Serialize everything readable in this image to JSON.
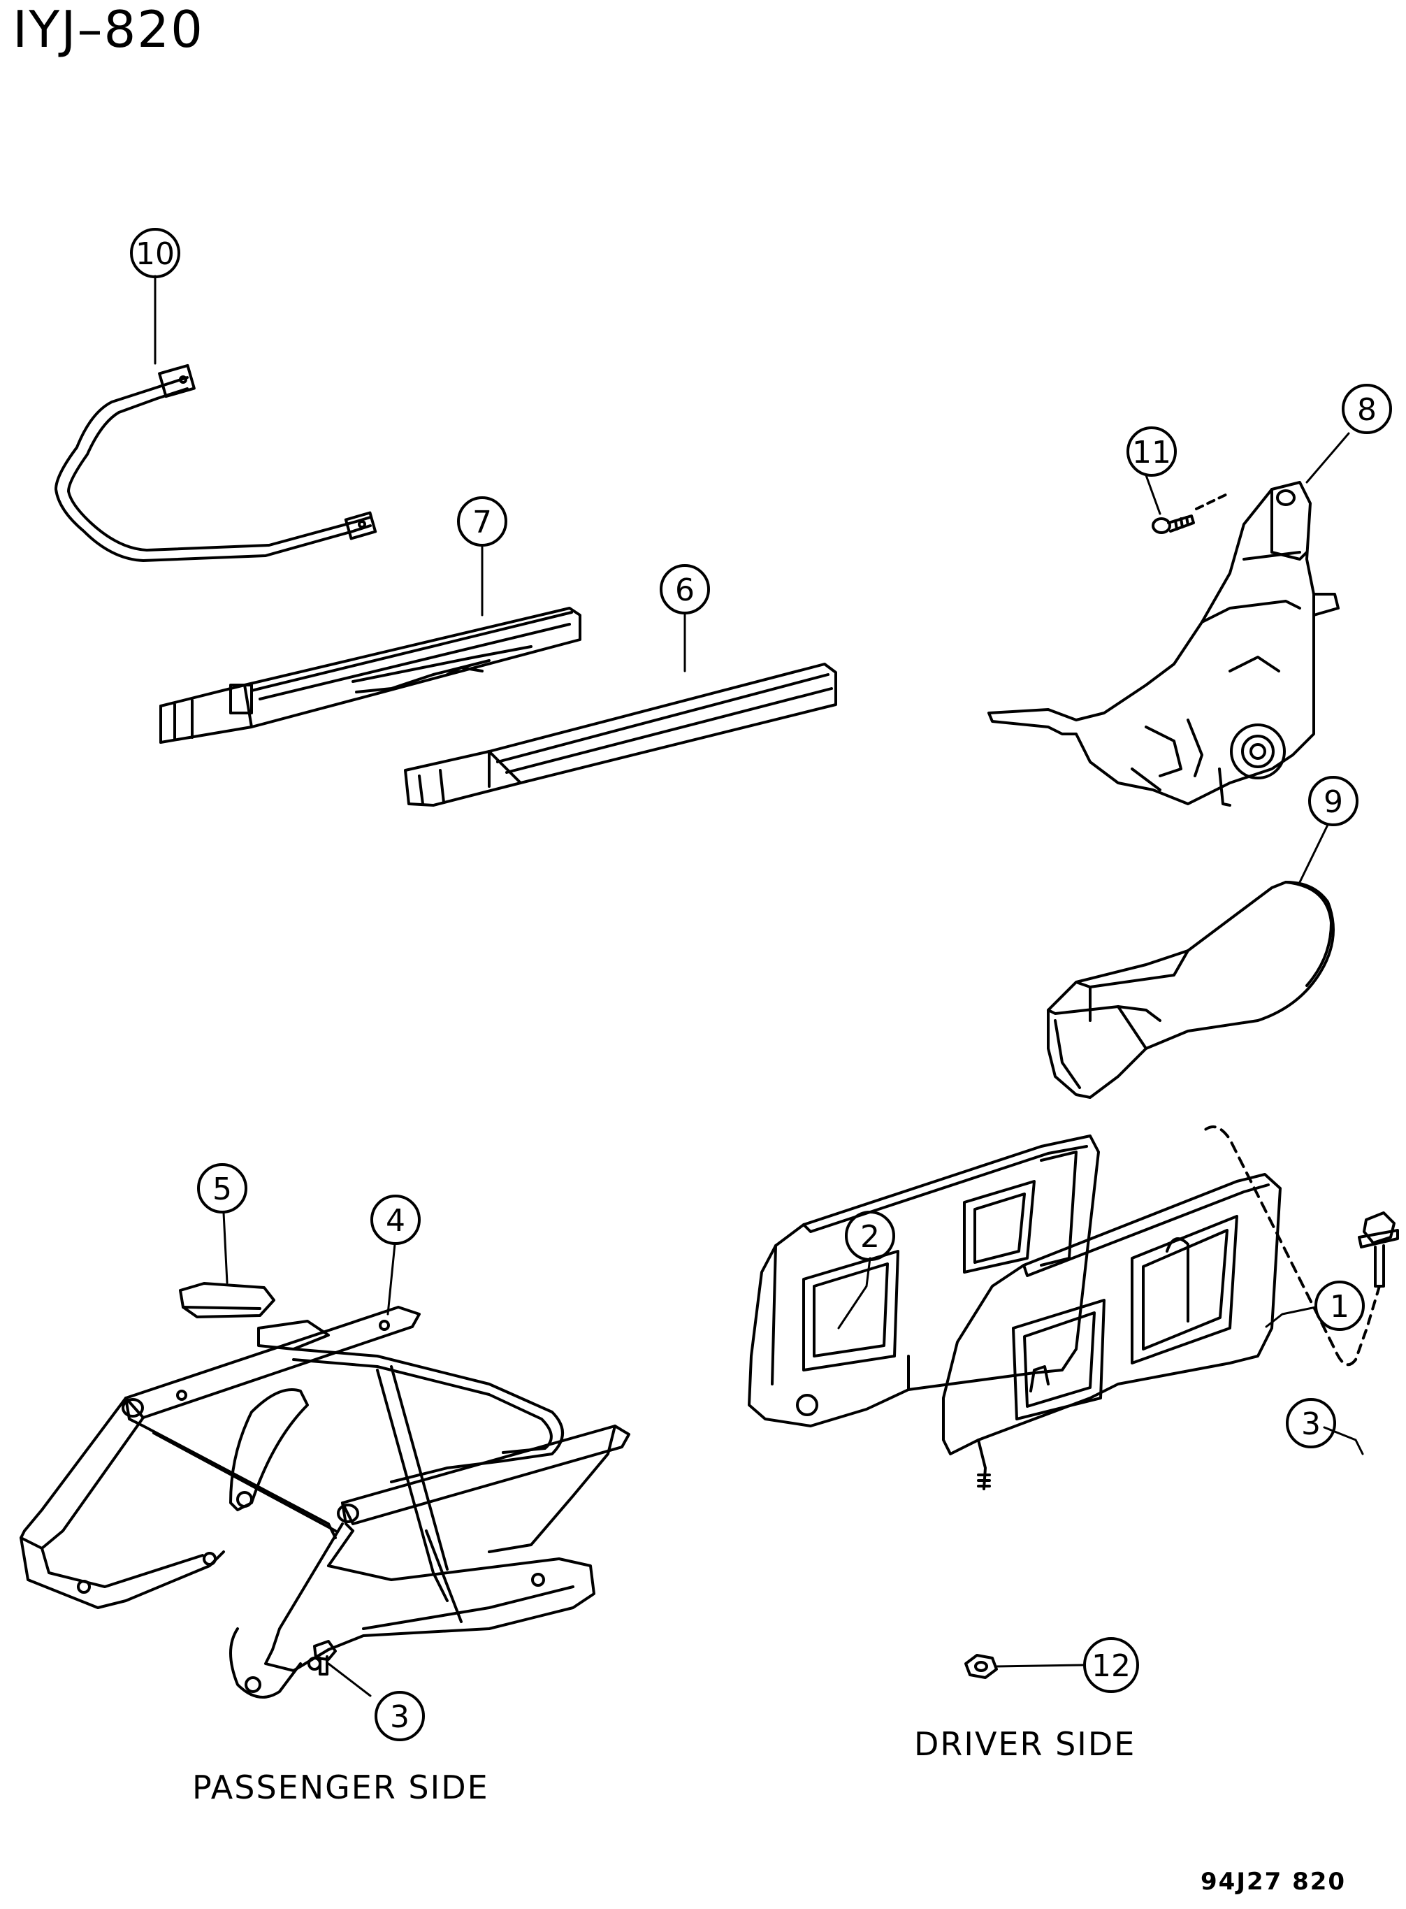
{
  "diagram_id": "IYJ–820",
  "figure_code": "94J27  820",
  "captions": {
    "driver_side": "DRIVER SIDE",
    "passenger_side": "PASSENGER SIDE"
  },
  "callouts": {
    "c1": "1",
    "c2": "2",
    "c3a": "3",
    "c3b": "3",
    "c4": "4",
    "c5": "5",
    "c6": "6",
    "c7": "7",
    "c8": "8",
    "c9": "9",
    "c10": "10",
    "c11": "11",
    "c12": "12"
  }
}
